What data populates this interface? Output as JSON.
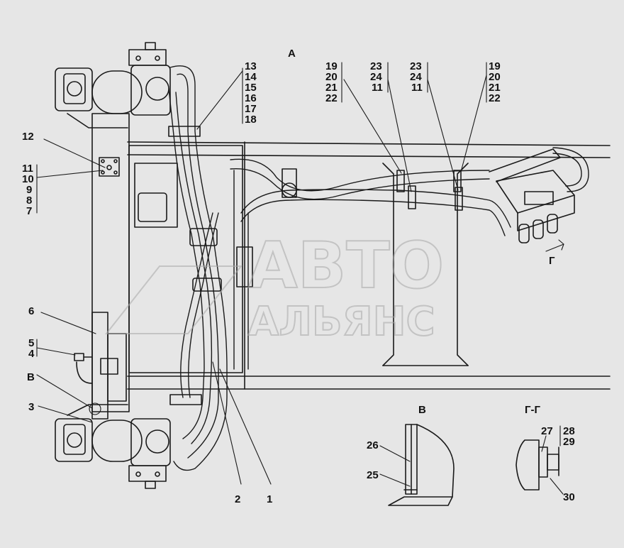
{
  "view_labels": {
    "a": "А",
    "b": "В",
    "g": "Г-Г",
    "g_arrow": "Г"
  },
  "watermark": {
    "line1": "АВТО",
    "line2": "АЛЬЯНС"
  },
  "callouts": {
    "c13": "13",
    "c14": "14",
    "c15": "15",
    "c16": "16",
    "c17": "17",
    "c18": "18",
    "c19a": "19",
    "c20a": "20",
    "c21a": "21",
    "c22a": "22",
    "c23a": "23",
    "c24a": "24",
    "c11a": "11",
    "c23b": "23",
    "c24b": "24",
    "c11b": "11",
    "c19b": "19",
    "c20b": "20",
    "c21b": "21",
    "c22b": "22",
    "c12": "12",
    "c11c": "11",
    "c10": "10",
    "c9": "9",
    "c8": "8",
    "c7": "7",
    "c6": "6",
    "c5": "5",
    "c4": "4",
    "cB": "В",
    "c3": "3",
    "c2": "2",
    "c1": "1",
    "c26": "26",
    "c25": "25",
    "c27": "27",
    "c28": "28",
    "c29": "29",
    "c30": "30"
  },
  "colors": {
    "line": "#1a1a1a",
    "background": "#e6e6e6",
    "watermark": "#a8a8a8"
  }
}
